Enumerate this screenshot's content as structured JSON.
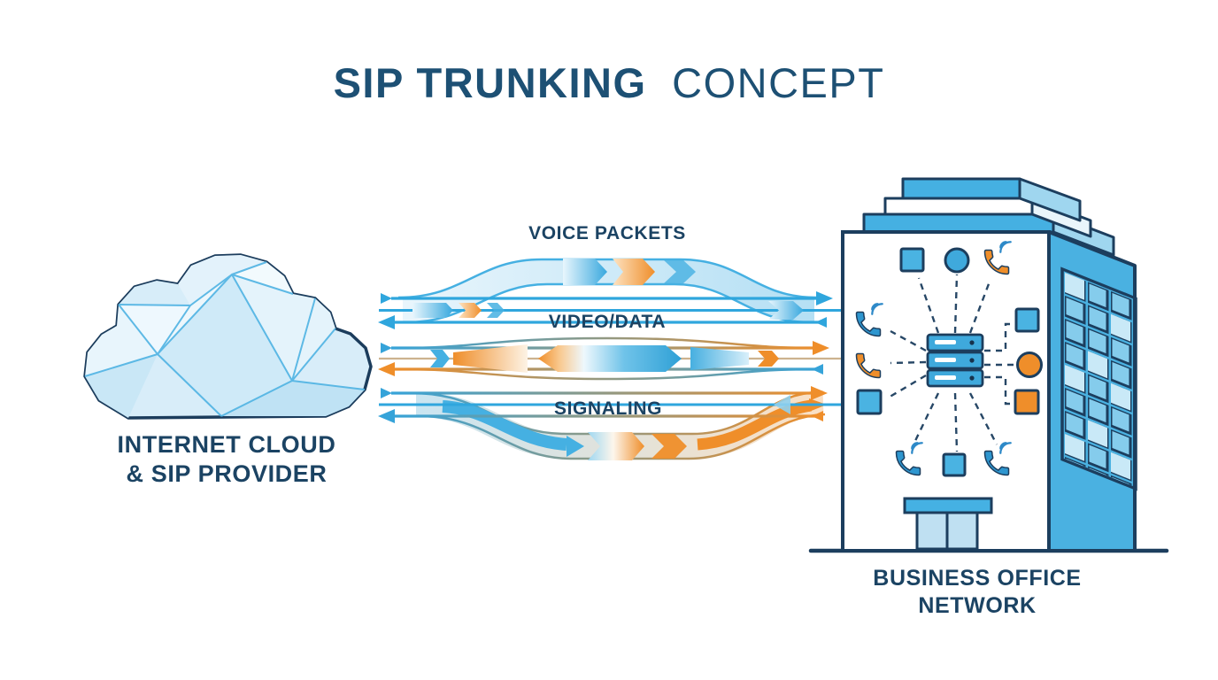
{
  "title": {
    "primary": "SIP TRUNKING",
    "secondary": "CONCEPT"
  },
  "labels": {
    "voice": "VOICE PACKETS",
    "video": "VIDEO/DATA",
    "signaling": "SIGNALING",
    "cloud_line1": "INTERNET CLOUD",
    "cloud_line2": "& SIP PROVIDER",
    "building_line1": "BUSINESS OFFICE",
    "building_line2": "NETWORK"
  },
  "colors": {
    "blue": "#35a3d9",
    "light_blue": "#bfe3f5",
    "orange": "#ef8e2a",
    "navy": "#1c3e5e",
    "title_text": "#1d5074"
  },
  "icons": {
    "cloud": "low-poly-internet-cloud",
    "building": [
      "square-endpoint",
      "circle-endpoint",
      "phone-endpoint",
      "server-stack",
      "door",
      "window-grid"
    ]
  }
}
